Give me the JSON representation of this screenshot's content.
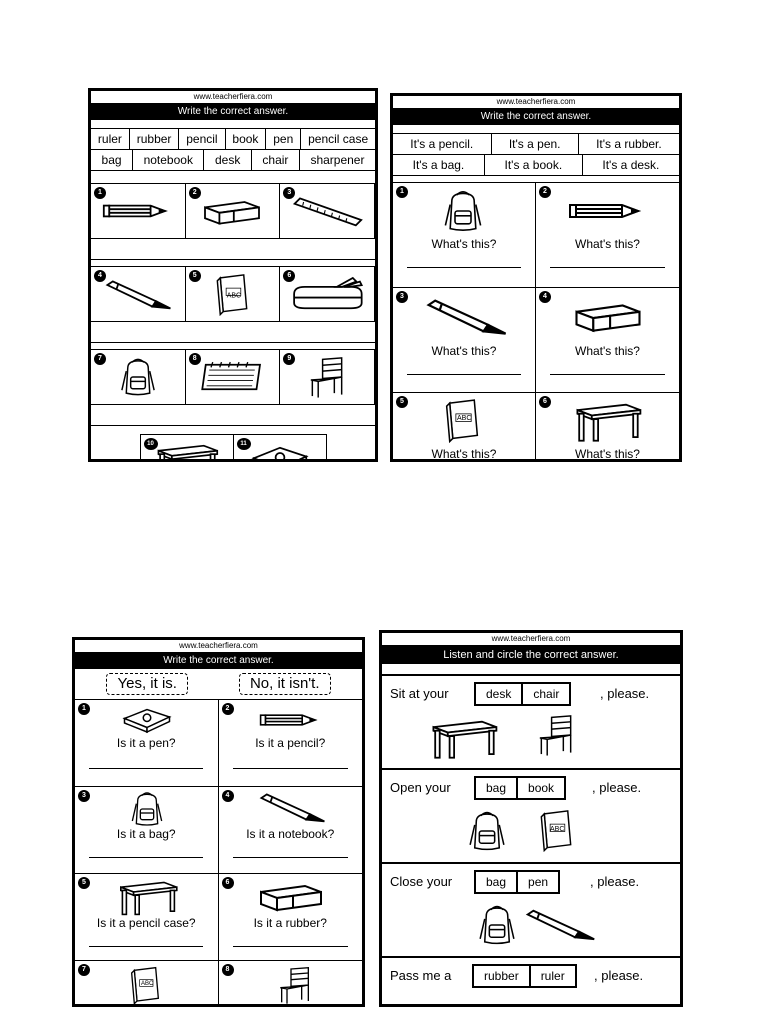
{
  "sheet1": {
    "site": "www.teacherfiera.com",
    "title": "Write the correct answer.",
    "word_bank_row1": [
      "ruler",
      "rubber",
      "pencil",
      "book",
      "pen",
      "pencil case"
    ],
    "word_bank_row2": [
      "bag",
      "notebook",
      "desk",
      "chair",
      "sharpener"
    ],
    "numbers": [
      "1",
      "2",
      "3",
      "4",
      "5",
      "6",
      "7",
      "8",
      "9",
      "10",
      "11"
    ],
    "book_label": "ABC"
  },
  "sheet2": {
    "site": "www.teacherfiera.com",
    "title": "Write the correct answer.",
    "bank_row1": [
      "It's a pencil.",
      "It's a pen.",
      "It's a rubber."
    ],
    "bank_row2": [
      "It's a bag.",
      "It's a book.",
      "It's a desk."
    ],
    "question": "What's this?",
    "numbers": [
      "1",
      "2",
      "3",
      "4",
      "5",
      "6"
    ],
    "book_label": "ABC"
  },
  "sheet3": {
    "site": "www.teacherfiera.com",
    "title": "Write the correct answer.",
    "yes": "Yes, it is.",
    "no": "No, it isn't.",
    "questions": [
      "Is it a pen?",
      "Is it a pencil?",
      "Is it a bag?",
      "Is it a notebook?",
      "Is it a pencil case?",
      "Is it a rubber?"
    ],
    "numbers": [
      "1",
      "2",
      "3",
      "4",
      "5",
      "6",
      "7",
      "8"
    ],
    "book_label": "ABC"
  },
  "sheet4": {
    "site": "www.teacherfiera.com",
    "title": "Listen and circle the correct answer.",
    "items": [
      {
        "lead": "Sit at your",
        "options": [
          "desk",
          "chair"
        ],
        "tail": ", please."
      },
      {
        "lead": "Open your",
        "options": [
          "bag",
          "book"
        ],
        "tail": ", please."
      },
      {
        "lead": "Close your",
        "options": [
          "bag",
          "pen"
        ],
        "tail": ", please."
      },
      {
        "lead": "Pass me a",
        "options": [
          "rubber",
          "ruler"
        ],
        "tail": ", please."
      }
    ],
    "book_label": "ABC"
  }
}
